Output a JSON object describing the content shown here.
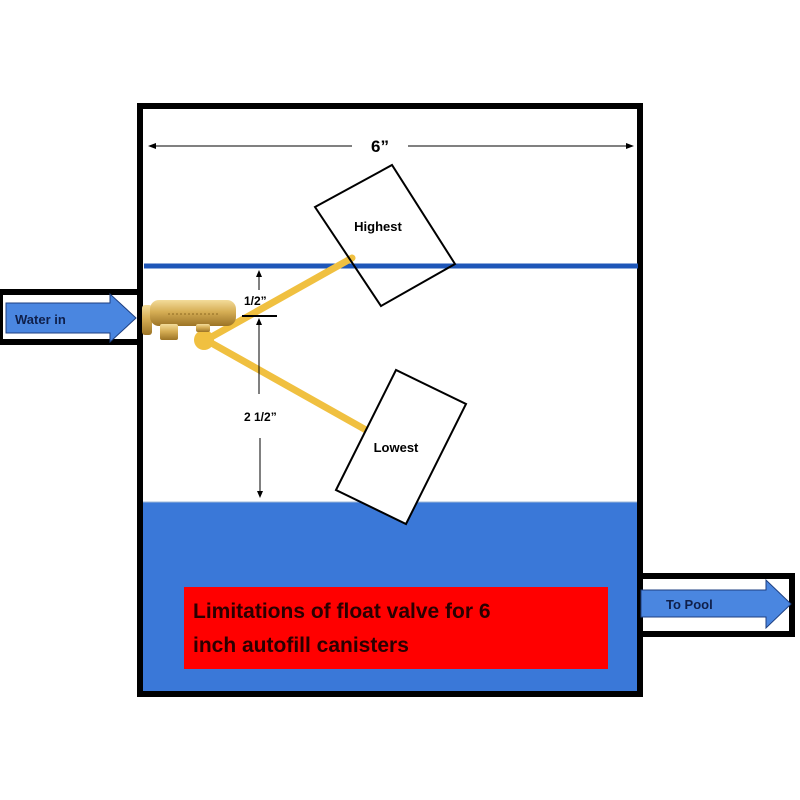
{
  "diagram": {
    "title": "Limitations of float valve for 6 inch autofill canisters",
    "title_line1": "Limitations of float valve for 6",
    "title_line2": "inch autofill canisters",
    "width_label": "6”",
    "inlet_label": "Water in",
    "outlet_label": "To Pool",
    "float_high_label": "Highest",
    "float_low_label": "Lowest",
    "dim_upper_label": "1/2”",
    "dim_lower_label": "2 1/2”"
  },
  "colors": {
    "water": "#3a78d8",
    "arrow_fill": "#4a86e0",
    "water_line": "#1e56b8",
    "float_arm": "#f0c040",
    "valve_brass": "#c9a24a",
    "title_bg": "#ff0000",
    "title_text": "#2a0000",
    "outline": "#000000"
  }
}
